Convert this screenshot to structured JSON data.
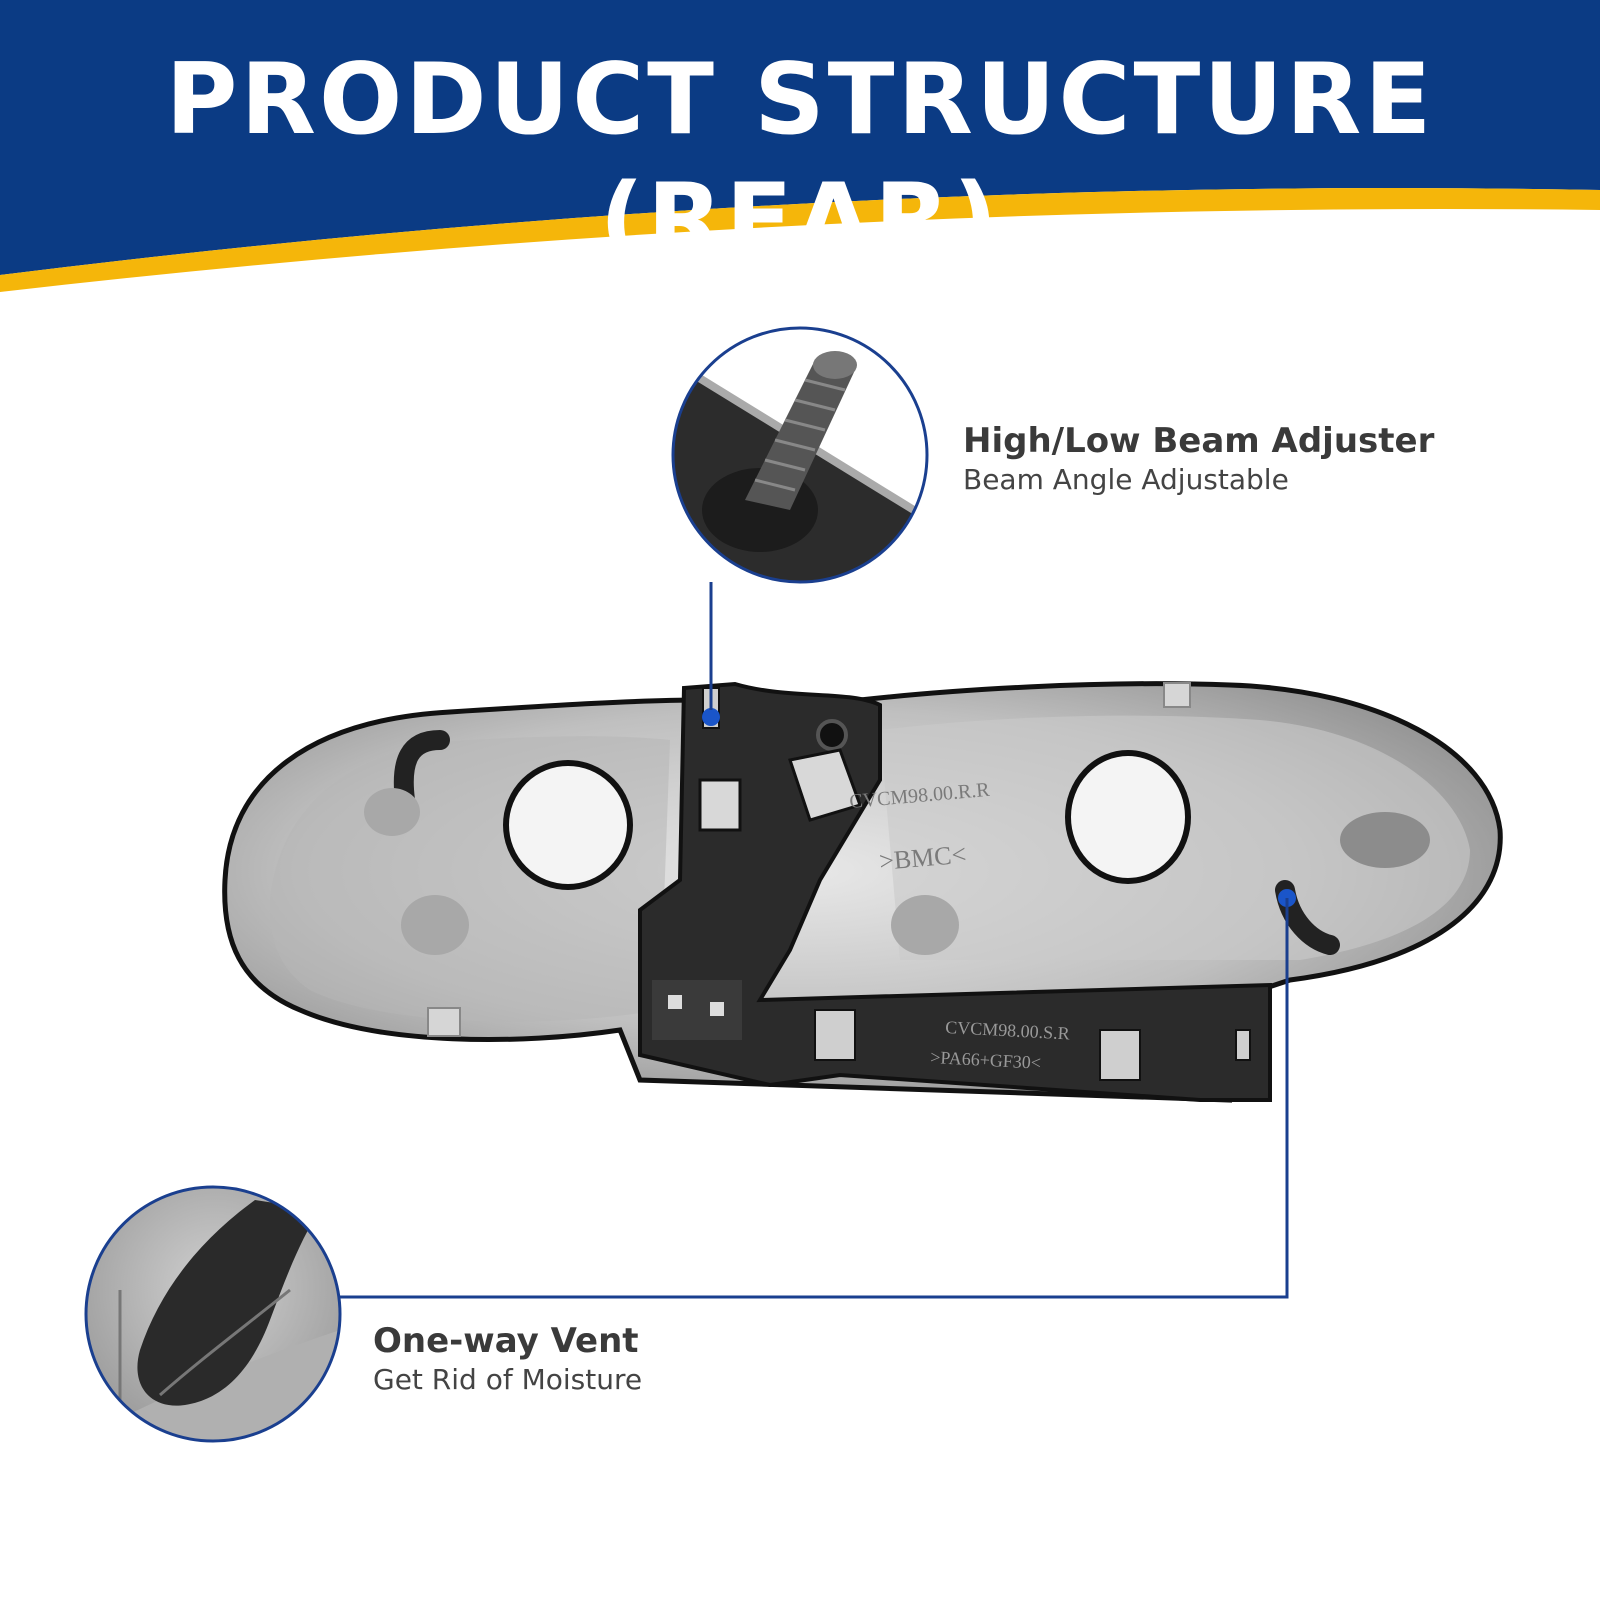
{
  "header": {
    "title": "PRODUCT STRUCTURE (REAR)"
  },
  "colors": {
    "banner": "#0b3b84",
    "accent": "#f5b60a",
    "leader": "#1a3f8f"
  },
  "callouts": [
    {
      "title": "High/Low Beam Adjuster",
      "subtitle": "Beam Angle Adjustable"
    },
    {
      "title": "One-way Vent",
      "subtitle": "Get Rid of Moisture"
    }
  ],
  "housing_markings": {
    "top_code": "CVCM98.00.R.R",
    "top_brand": ">BMC<",
    "bracket_code": "CVCM98.00.S.R",
    "bracket_material": ">PA66+GF30<"
  }
}
